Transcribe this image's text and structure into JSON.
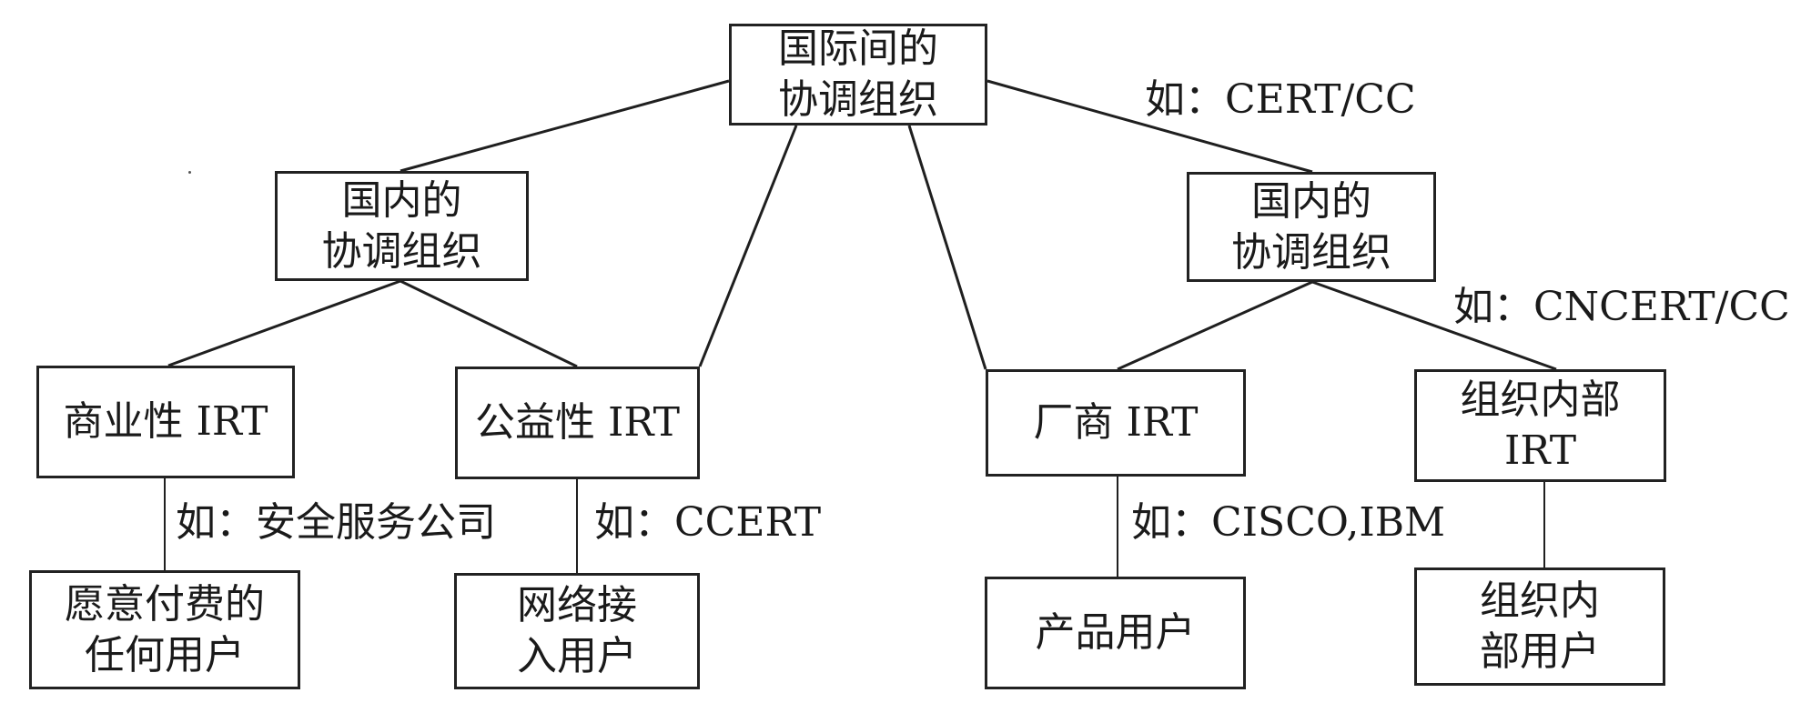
{
  "diagram": {
    "nodes": {
      "intl": {
        "line1": "国际间的",
        "line2": "协调组织"
      },
      "domestic_left": {
        "line1": "国内的",
        "line2": "协调组织"
      },
      "domestic_right": {
        "line1": "国内的",
        "line2": "协调组织"
      },
      "commercial_irt": {
        "line1": "商业性 IRT"
      },
      "public_irt": {
        "line1": "公益性 IRT"
      },
      "vendor_irt": {
        "line1": "厂商 IRT"
      },
      "internal_irt": {
        "line1": "组织内部",
        "line2": "IRT"
      },
      "paying_users": {
        "line1": "愿意付费的",
        "line2": "任何用户"
      },
      "network_users": {
        "line1": "网络接",
        "line2": "入用户"
      },
      "product_users": {
        "line1": "产品用户"
      },
      "internal_users": {
        "line1": "组织内",
        "line2": "部用户"
      }
    },
    "annotations": {
      "intl_example": "如：CERT/CC",
      "domestic_right_example": "如：CNCERT/CC",
      "commercial_example": "如：安全服务公司",
      "public_example": "如：CCERT",
      "vendor_example": "如：CISCO,IBM"
    },
    "edges": [
      {
        "from": "intl",
        "to": "domestic_left"
      },
      {
        "from": "intl",
        "to": "public_irt"
      },
      {
        "from": "intl",
        "to": "vendor_irt"
      },
      {
        "from": "intl",
        "to": "domestic_right"
      },
      {
        "from": "domestic_left",
        "to": "commercial_irt"
      },
      {
        "from": "domestic_left",
        "to": "public_irt"
      },
      {
        "from": "domestic_right",
        "to": "vendor_irt"
      },
      {
        "from": "domestic_right",
        "to": "internal_irt"
      },
      {
        "from": "commercial_irt",
        "to": "paying_users"
      },
      {
        "from": "public_irt",
        "to": "network_users"
      },
      {
        "from": "vendor_irt",
        "to": "product_users"
      },
      {
        "from": "internal_irt",
        "to": "internal_users"
      }
    ]
  }
}
